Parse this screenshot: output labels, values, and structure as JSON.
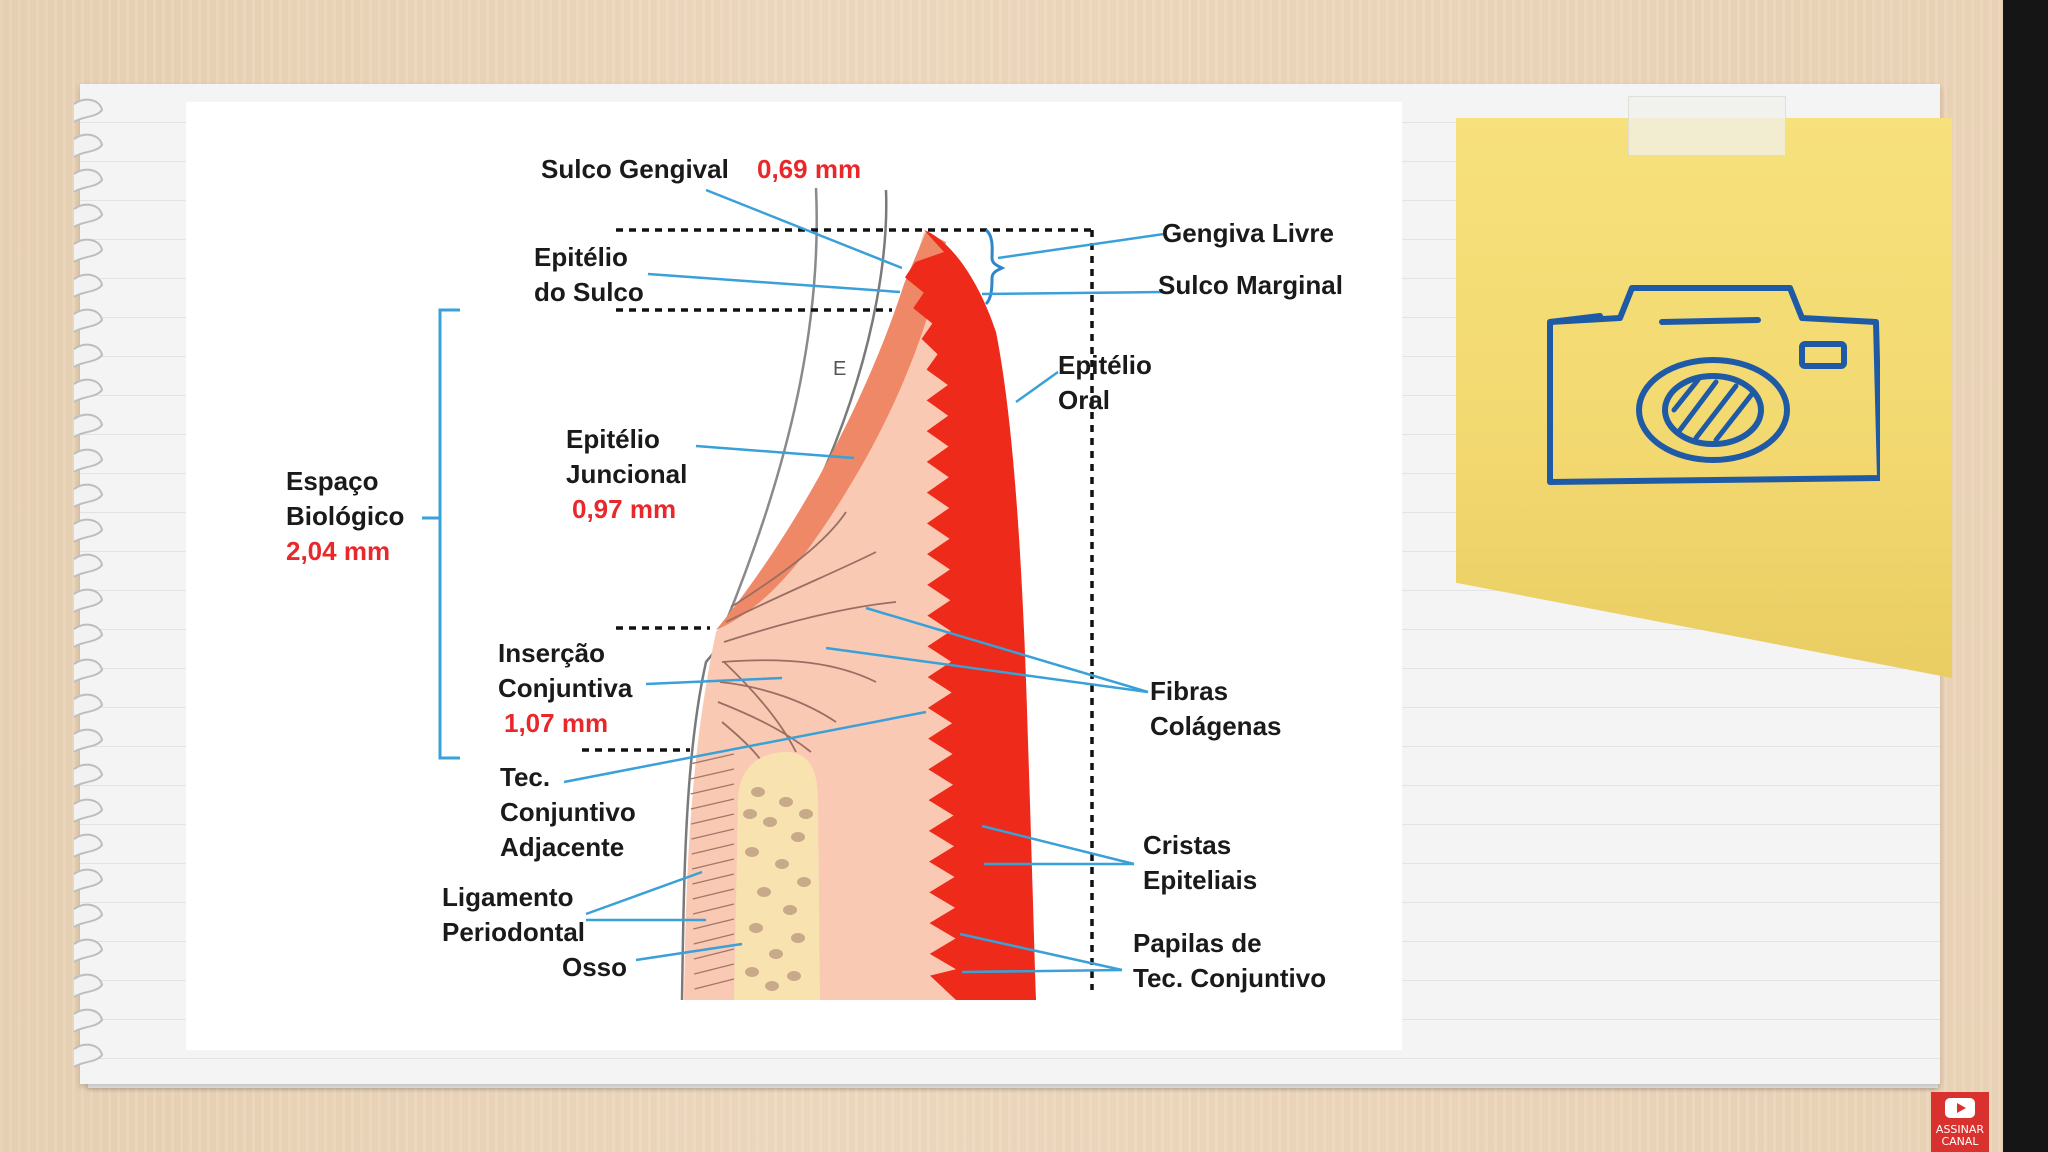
{
  "diagram": {
    "labels": {
      "sulco_gengival": "Sulco Gengival",
      "sulco_gengival_value": "0,69 mm",
      "epitelio_sulco": [
        "Epitélio",
        "do Sulco"
      ],
      "espaco_biologico": [
        "Espaço",
        "Biológico"
      ],
      "espaco_biologico_value": "2,04 mm",
      "epitelio_juncional": [
        "Epitélio",
        "Juncional"
      ],
      "epitelio_juncional_value": "0,97 mm",
      "insercao_conjuntiva": [
        "Inserção",
        "Conjuntiva"
      ],
      "insercao_conjuntiva_value": "1,07 mm",
      "tec_conjuntivo_adjacente": [
        "Tec.",
        "Conjuntivo",
        "Adjacente"
      ],
      "ligamento_periodontal": [
        "Ligamento",
        "Periodontal"
      ],
      "osso": "Osso",
      "enamel_marker": "E",
      "gengiva_livre": "Gengiva Livre",
      "sulco_marginal": "Sulco Marginal",
      "epitelio_oral": [
        "Epitélio",
        "Oral"
      ],
      "fibras_colagenas": [
        "Fibras",
        "Colágenas"
      ],
      "cristas_epiteliais": [
        "Cristas",
        "Epiteliais"
      ],
      "papilas": [
        "Papilas de",
        "Tec. Conjuntivo"
      ]
    },
    "colors": {
      "label_text": "#1a1a1a",
      "measurement_red": "#e8282b",
      "leader_blue": "#3aa0d8",
      "epithelium_red": "#ee2a1a",
      "connective_tissue": "#f9c9b4",
      "junctional_epithelium": "#ef8866",
      "bone": "#f8e3b0"
    }
  },
  "sticky_note": {
    "icon": "camera-icon",
    "color": "#f2d86f",
    "icon_color": "#1f5aa6"
  },
  "subscribe_badge": {
    "text": "ASSINAR CANAL"
  }
}
